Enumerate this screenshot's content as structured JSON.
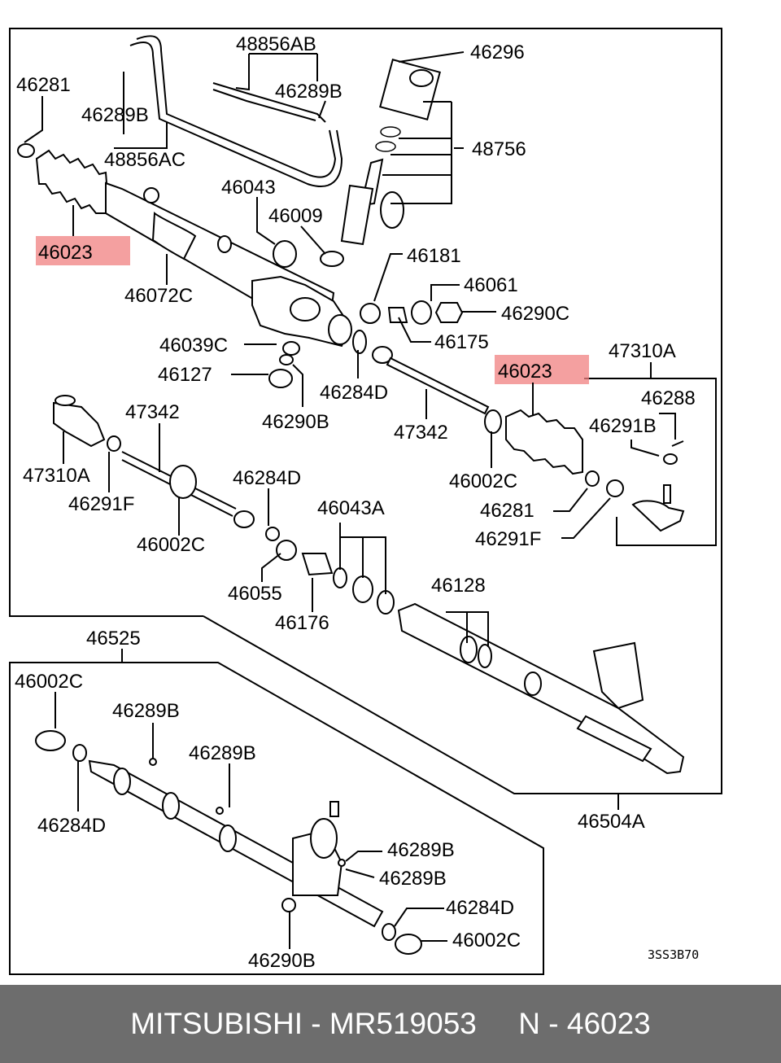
{
  "labels": {
    "l_46296": "46296",
    "l_48856AB": "48856AB",
    "l_46281_top": "46281",
    "l_46289B_a": "46289B",
    "l_46289B_b": "46289B",
    "l_48856AC": "48856AC",
    "l_48756": "48756",
    "l_46043": "46043",
    "l_46009": "46009",
    "l_46023_top": "46023",
    "l_46072C": "46072C",
    "l_46181": "46181",
    "l_46061": "46061",
    "l_46290C": "46290C",
    "l_46175": "46175",
    "l_46039C": "46039C",
    "l_46127": "46127",
    "l_46284D_a": "46284D",
    "l_46290B_a": "46290B",
    "l_46023_mid": "46023",
    "l_47310A_top": "47310A",
    "l_46288": "46288",
    "l_46291B": "46291B",
    "l_47342_a": "47342",
    "l_47342_b": "47342",
    "l_47310A_left": "47310A",
    "l_46291F_a": "46291F",
    "l_46002C_a": "46002C",
    "l_46002C_b": "46002C",
    "l_46281_mid": "46281",
    "l_46291F_b": "46291F",
    "l_46284D_b": "46284D",
    "l_46043A": "46043A",
    "l_46055": "46055",
    "l_46176": "46176",
    "l_46128": "46128",
    "l_46525": "46525",
    "l_46002C_c": "46002C",
    "l_46289B_c": "46289B",
    "l_46289B_d": "46289B",
    "l_46284D_c": "46284D",
    "l_46289B_e": "46289B",
    "l_46289B_f": "46289B",
    "l_46284D_d": "46284D",
    "l_46002C_d": "46002C",
    "l_46290B_b": "46290B",
    "l_46504A": "46504A",
    "diagram_code": "3SS3B70"
  },
  "footer": {
    "text": "MITSUBISHI - MR519053     N - 46023"
  },
  "colors": {
    "highlight": "#f08080",
    "footer_bg": "#6d6d6d",
    "footer_text": "#ffffff",
    "lines": "#000000"
  }
}
